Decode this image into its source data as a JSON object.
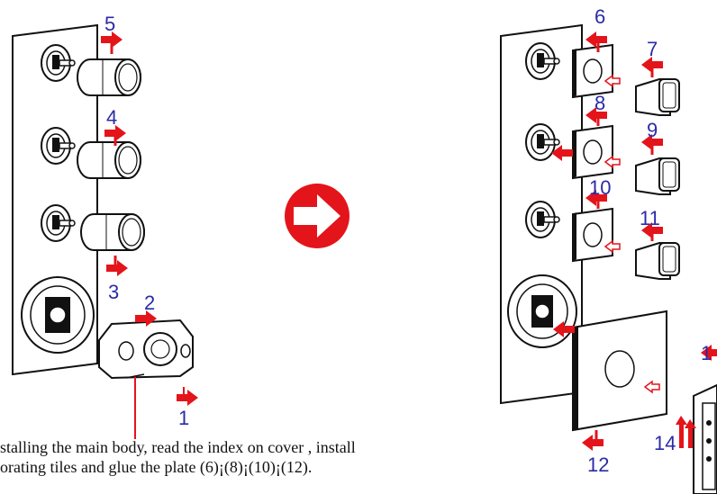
{
  "step_labels": {
    "s1": "1",
    "s2": "2",
    "s3": "3",
    "s4": "4",
    "s5": "5",
    "s6": "6",
    "s7": "7",
    "s8": "8",
    "s9": "9",
    "s10": "10",
    "s11": "11",
    "s12": "12",
    "s13": "1",
    "s14": "14"
  },
  "caption": {
    "line1": "stalling the main body, read the index on cover , install",
    "line2": "orating tiles and glue the plate (6)¡(8)¡(10)¡(12)."
  },
  "colors": {
    "arrow_red": "#e4141b",
    "label_blue": "#2b2ba8",
    "line_black": "#111111"
  },
  "icons": [
    "direction-arrow-icon",
    "valve-icon",
    "sleeve-icon",
    "cover-plate-icon",
    "knob-icon"
  ]
}
